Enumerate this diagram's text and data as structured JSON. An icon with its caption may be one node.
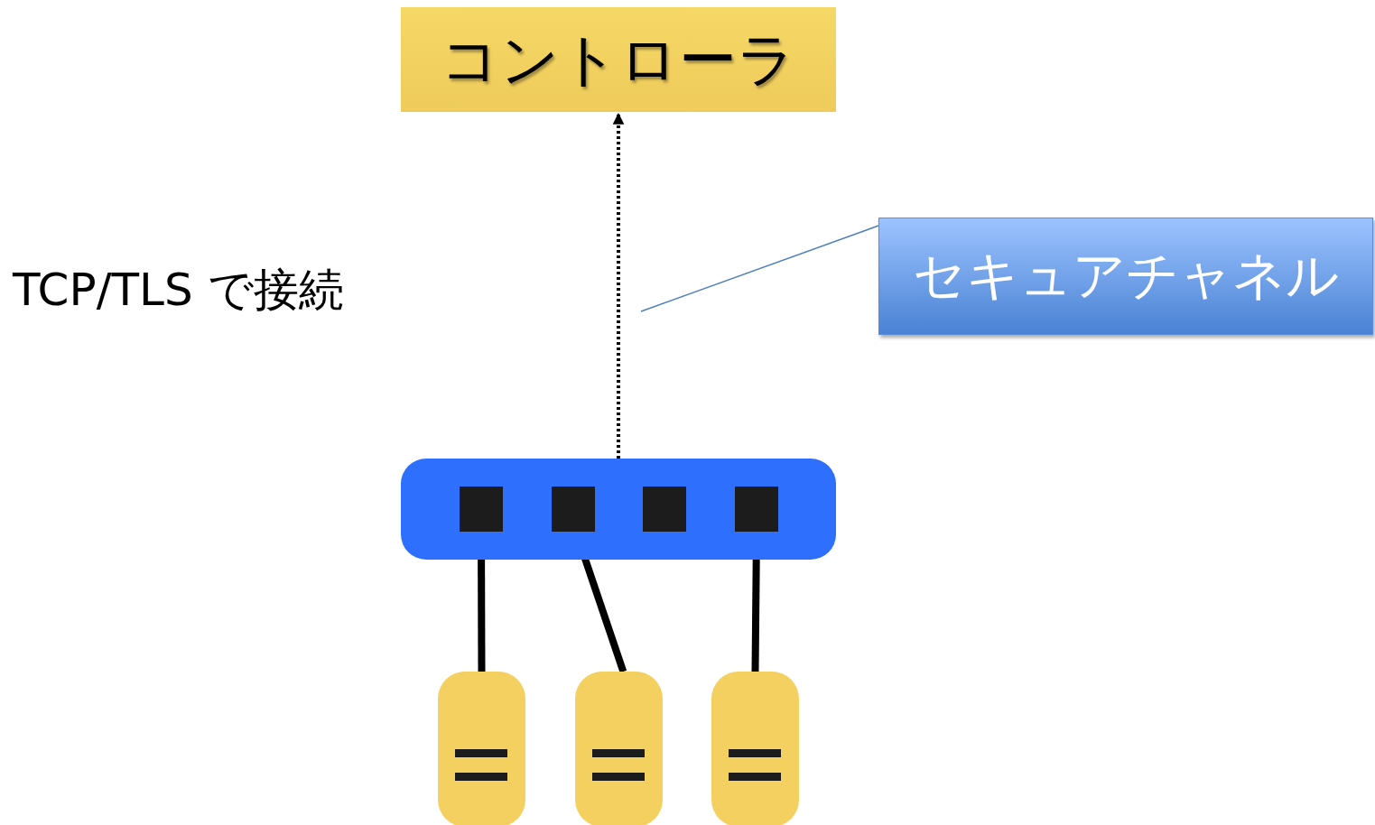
{
  "diagram": {
    "nodes": [
      {
        "text": [
          "コントローラ"
        ]
      },
      {
        "text": [
          "セキュアチャネル"
        ]
      },
      {
        "text": [],
        "shape": "bar"
      },
      {
        "text": [],
        "shape": "box",
        "in": 2
      },
      {
        "text": [],
        "shape": "box",
        "in": 2
      },
      {
        "text": [],
        "shape": "box",
        "in": 2
      },
      {
        "text": [],
        "shape": "box",
        "in": 2
      },
      {
        "text": [],
        "shape": "server"
      },
      {
        "text": [],
        "shape": "server"
      },
      {
        "text": [],
        "shape": "server"
      }
    ],
    "edges": [
      {
        "from": 2,
        "to": 0,
        "arrow": "to",
        "style": "dashed"
      },
      {
        "from": 1,
        "to": null,
        "arrow": "none",
        "color": "#4f81bd"
      },
      {
        "from": 3,
        "to": 7,
        "arrow": "none"
      },
      {
        "from": 4,
        "to": 8,
        "arrow": "none"
      },
      {
        "from": 6,
        "to": 9,
        "arrow": "none"
      }
    ],
    "labels": [
      "TCP/TLS で接続"
    ]
  }
}
